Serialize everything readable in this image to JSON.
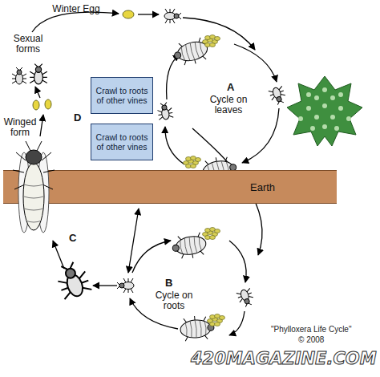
{
  "diagram": {
    "caption": "\"Phylloxera Life Cycle\"",
    "nodes": [
      {
        "text": [
          "Crawl to roots of other vines"
        ]
      },
      {
        "text": [
          "Crawl to roots of other vines"
        ]
      },
      {
        "text": [
          "Earth"
        ]
      }
    ],
    "labels": [
      "Winter Egg",
      "Sexual forms",
      "D",
      "Winged form",
      "A",
      "Cycle on leaves",
      "B",
      "Cycle on roots",
      "C",
      "© 2008",
      "420MAGAZINE.COM"
    ]
  }
}
